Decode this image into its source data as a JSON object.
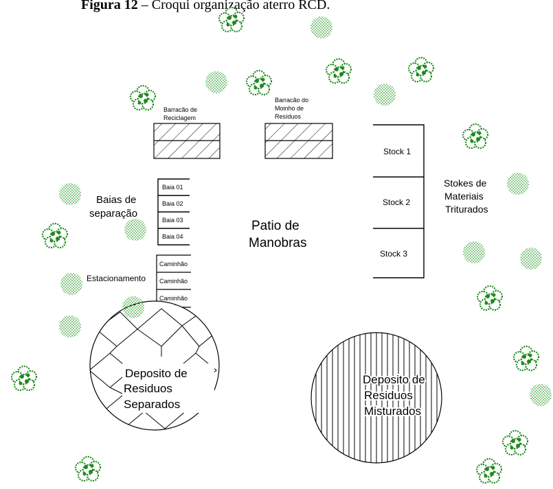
{
  "caption": {
    "prefix": "Figura 12",
    "text": "– Croqui organização aterro RCD."
  },
  "buildings": {
    "reciclagem": [
      "Barracão de",
      "Reciclagem"
    ],
    "moinho": [
      "Barracão do",
      "Moinho de",
      "Resíduos"
    ]
  },
  "baias": {
    "title": [
      "Baias de",
      "separação"
    ],
    "items": [
      "Baia 01",
      "Baia 02",
      "Baia 03",
      "Baia 04"
    ]
  },
  "estacionamento": {
    "title": "Estacionamento",
    "items": [
      "Caminhão",
      "Caminhão",
      "Caminhão"
    ]
  },
  "patio": [
    "Patio de",
    "Manobras"
  ],
  "stocks": {
    "items": [
      "Stock 1",
      "Stock 2",
      "Stock 3"
    ],
    "title": [
      "Stokes de",
      "Materiais",
      "Triturados"
    ]
  },
  "depositos": {
    "separados": [
      "Deposito de",
      "Residuos",
      "Separados"
    ],
    "misturados": [
      "Deposito de",
      "Residuos",
      "Misturados"
    ]
  },
  "vegetation": {
    "tree_color": "#1e8a1e",
    "shrub_color": "#3aa23a"
  }
}
